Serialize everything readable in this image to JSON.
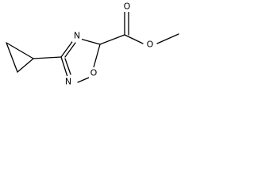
{
  "molecule": {
    "atoms": {
      "n4": "N",
      "n2": "N",
      "o1": "O",
      "o_carbonyl": "O",
      "o_ester": "O"
    },
    "colors": {
      "bond": "#000000",
      "label": "#000000",
      "background": "#ffffff"
    }
  }
}
